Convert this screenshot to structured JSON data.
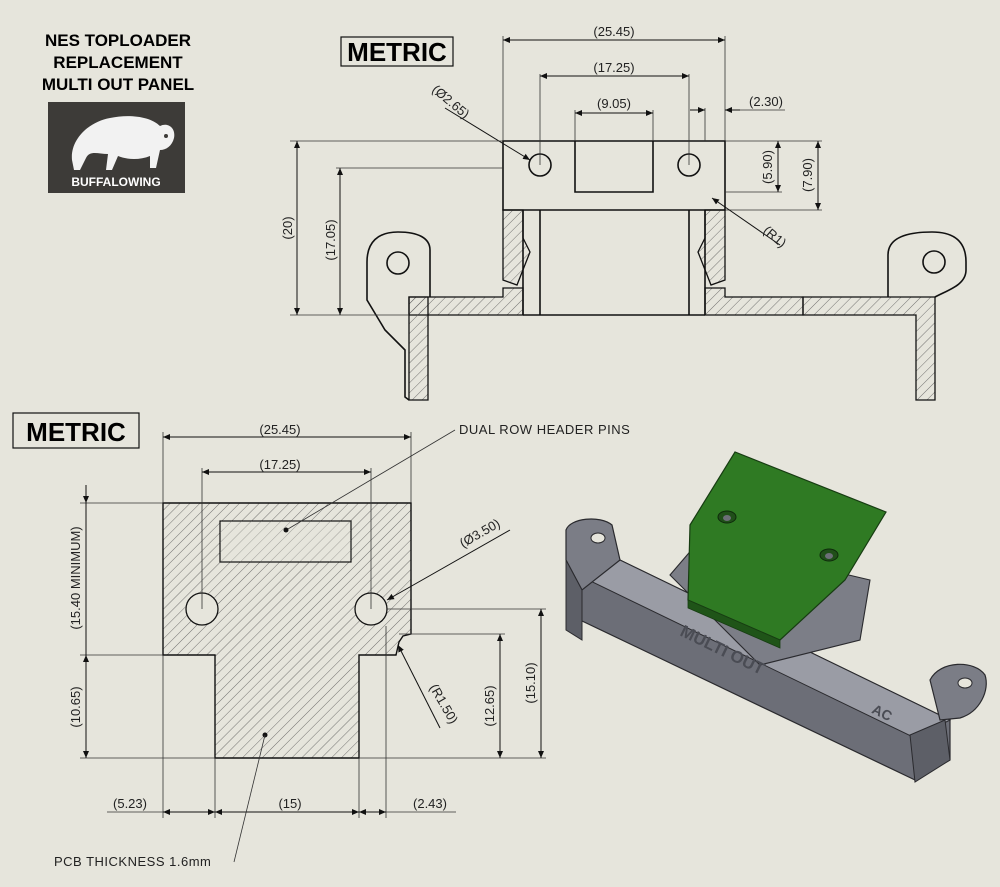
{
  "title": {
    "line1": "NES TOPLOADER",
    "line2": "REPLACEMENT",
    "line3": "MULTI OUT PANEL"
  },
  "logo": {
    "text": "BUFFALOWING",
    "bg_color": "#3d3b38"
  },
  "top_view": {
    "metric_label": "METRIC",
    "dims": {
      "width_outer": "(25.45)",
      "hole_spacing": "(17.25)",
      "slot_width": "(9.05)",
      "edge": "(2.30)",
      "hole_dia": "(Ø2.65)",
      "h_590": "(5.90)",
      "h_790": "(7.90)",
      "radius": "(R1)",
      "height_20": "(20)",
      "height_1705": "(17.05)"
    }
  },
  "pcb_view": {
    "metric_label": "METRIC",
    "dims": {
      "width_outer": "(25.45)",
      "hole_spacing": "(17.25)",
      "hole_dia": "(Ø3.50)",
      "min_height": "(15.40 MINIMUM)",
      "h_1065": "(10.65)",
      "h_1265": "(12.65)",
      "h_1510": "(15.10)",
      "radius": "(R1.50)",
      "left": "(5.23)",
      "center": "(15)",
      "right": "(2.43)"
    },
    "note_header": "DUAL ROW HEADER PINS",
    "note_thickness": "PCB THICKNESS 1.6mm"
  },
  "render": {
    "label_multi": "MULTI OUT",
    "label_ac": "AC",
    "pcb_color": "#2f7a23",
    "body_color": "#7d7f88"
  }
}
